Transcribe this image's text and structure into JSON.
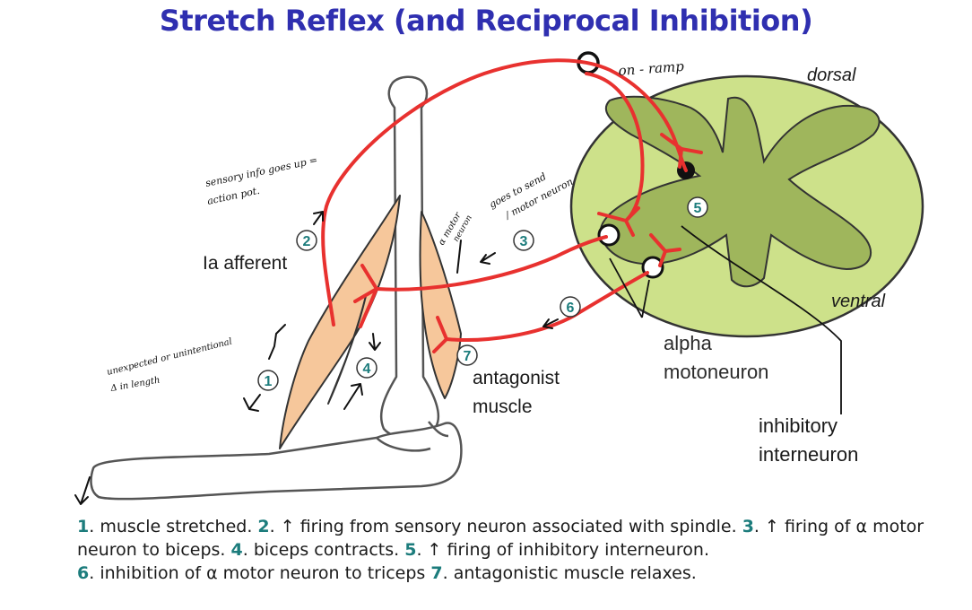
{
  "title": "Stretch Reflex (and Reciprocal Inhibition)",
  "labels": {
    "dorsal": "dorsal",
    "ventral": "ventral",
    "ia_afferent": "Ia afferent",
    "antagonist_line1": "antagonist",
    "antagonist_line2": "muscle",
    "alpha_line1": "alpha",
    "alpha_line2": "motoneuron",
    "inhibitory_line1": "inhibitory",
    "inhibitory_line2": "interneuron"
  },
  "markers": [
    "1",
    "2",
    "3",
    "4",
    "5",
    "6",
    "7"
  ],
  "handwritten": {
    "on_ramp": "on - ramp",
    "sensory_line1": "sensory info goes up =",
    "sensory_line2": "action pot.",
    "goes_line1": "goes to send",
    "goes_line2": "/ motor neuron",
    "alpha_motor_line1": "α motor",
    "alpha_motor_line2": "neuron",
    "unexpected_line1": "unexpected or unintentional",
    "unexpected_line2": "Δ in length"
  },
  "caption": [
    {
      "num": "1",
      "text": ". muscle stretched. "
    },
    {
      "num": "2",
      "text": ". ↑ firing from sensory neuron associated with spindle. "
    },
    {
      "num": "3",
      "text": ". ↑ firing of α motor neuron to biceps. "
    },
    {
      "num": "4",
      "text": ". biceps contracts. "
    },
    {
      "num": "5",
      "text": ". ↑ firing of inhibitory interneuron. "
    },
    {
      "num": "6",
      "text": ". inhibition of α motor neuron to triceps "
    },
    {
      "num": "7",
      "text": ". antagonistic muscle relaxes."
    }
  ],
  "colors": {
    "title": "#2f2fb0",
    "nerve": "#e8312f",
    "cord_light": "#cde18a",
    "cord_dark": "#9fb65c",
    "muscle": "#f6c79b",
    "number": "#1c7c7c"
  }
}
